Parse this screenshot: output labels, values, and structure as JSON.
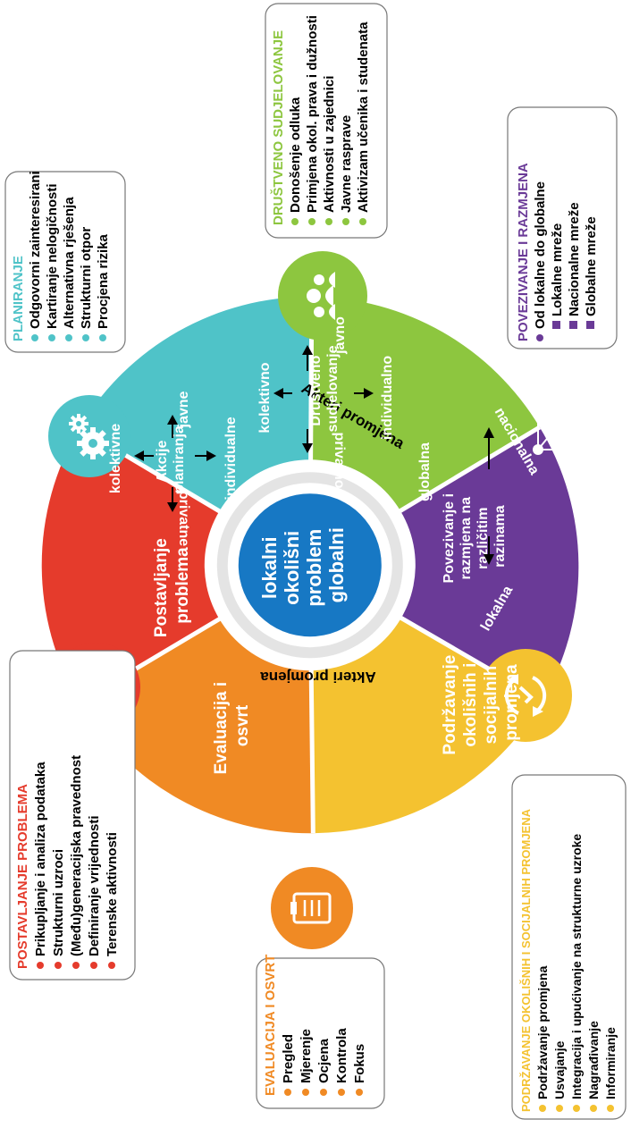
{
  "colors": {
    "red": "#E53B2C",
    "orange": "#F08A24",
    "yellow": "#F4C230",
    "purple": "#6A3A97",
    "green": "#8DC63F",
    "teal": "#4FC3C8",
    "center": "#1778C4"
  },
  "center": {
    "line1": "lokalni",
    "line2": "okolišni",
    "line3": "problem",
    "line4": "globalni",
    "ring_label_top": "Akteri promjena",
    "ring_label_bottom": "Akteri promjena"
  },
  "segments": {
    "problem": {
      "line1": "Postavljanje",
      "line2": "problema",
      "icon": "search-icon"
    },
    "evaluation": {
      "line1": "Evaluacija i",
      "line2": "osvrt",
      "icon": "clipboard-checklist-icon"
    },
    "support": {
      "line1": "Podržavanje",
      "line2": "okolišnih i",
      "line3": "socijalnih",
      "line4": "promjena",
      "icon": "refresh-check-icon"
    },
    "networking": {
      "line1": "Povezivanje i",
      "line2": "razmjena na",
      "line3": "različitim",
      "line4": "razinama",
      "label_local": "lokalna",
      "label_global": "globalna",
      "label_national": "nacionalna",
      "icon": "network-icon"
    },
    "participation": {
      "line1": "Društveno",
      "line2": "sudjelovanje",
      "label_public": "javno",
      "label_private": "privatno",
      "label_collective": "kolektivno",
      "label_individual": "individualno",
      "icon": "people-group-icon"
    },
    "planning": {
      "line1": "Akcije",
      "line2": "planiranja",
      "label_public": "javne",
      "label_private": "privatne",
      "label_collective": "kolektivne",
      "label_individual": "individualne",
      "icon": "gears-icon"
    }
  },
  "boxes": {
    "problem": {
      "title": "POSTAVLJANJE PROBLEMA",
      "items": [
        "Prikupljanje i analiza podataka",
        "Strukturni uzroci",
        "(Među)generacijska pravednost",
        "Definiranje vrijednosti",
        "Terenske aktivnosti"
      ]
    },
    "evaluation": {
      "title": "EVALUACIJA I OSVRT",
      "items": [
        "Pregled",
        "Mjerenje",
        "Ocjena",
        "Kontrola",
        "Fokus"
      ]
    },
    "support": {
      "title": "PODRŽAVANJE OKOLIŠNIH I SOCIJALNIH PROMJENA",
      "items": [
        "Podržavanje promjena",
        "Usvajanje",
        "Integracija i upućivanje na strukturne uzroke",
        "Nagrađivanje",
        "Informiranje"
      ]
    },
    "networking": {
      "title": "POVEZIVANJE I RAZMJENA",
      "items": [
        "Od lokalne do globalne"
      ],
      "subitems": [
        "Lokalne mreže",
        "Nacionalne mreže",
        "Globalne mreže"
      ]
    },
    "participation": {
      "title": "DRUŠTVENO SUDJELOVANJE",
      "items": [
        "Donošenje odluka",
        "Primjena okol. prava i dužnosti",
        "Aktivnosti u zajednici",
        "Javne rasprave",
        "Aktivizam učenika i studenata"
      ]
    },
    "planning": {
      "title": "PLANIRANJE",
      "items": [
        "Odgovorni zainteresirani",
        "Kartiranje nelogičnosti",
        "Alternativna rješenja",
        "Strukturni otpor",
        "Procjena rizika"
      ]
    }
  }
}
